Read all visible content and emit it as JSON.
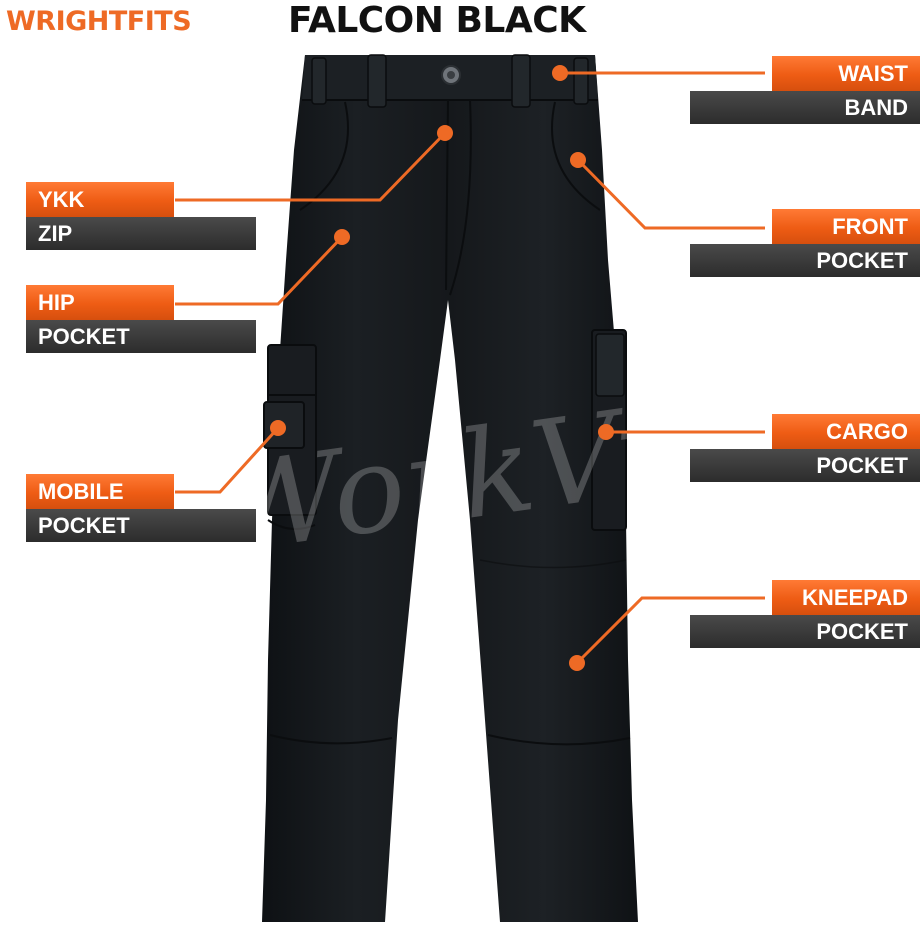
{
  "header": {
    "brand": "WRIGHTFITS",
    "title": "FALCON BLACK"
  },
  "colors": {
    "accent": "#ee6a25",
    "label_dark": "#333333",
    "fabric": "#16191c"
  },
  "watermark": "WorkVille",
  "callouts": [
    {
      "id": "waist-band",
      "side": "right",
      "line1": "WAIST",
      "line2": "BAND"
    },
    {
      "id": "ykk-zip",
      "side": "left",
      "line1": "YKK",
      "line2": "ZIP"
    },
    {
      "id": "front-pocket",
      "side": "right",
      "line1": "FRONT",
      "line2": "POCKET"
    },
    {
      "id": "hip-pocket",
      "side": "left",
      "line1": "HIP",
      "line2": "POCKET"
    },
    {
      "id": "cargo-pocket",
      "side": "right",
      "line1": "CARGO",
      "line2": "POCKET"
    },
    {
      "id": "mobile-pocket",
      "side": "left",
      "line1": "MOBILE",
      "line2": "POCKET"
    },
    {
      "id": "kneepad-pocket",
      "side": "right",
      "line1": "KNEEPAD",
      "line2": "POCKET"
    }
  ]
}
